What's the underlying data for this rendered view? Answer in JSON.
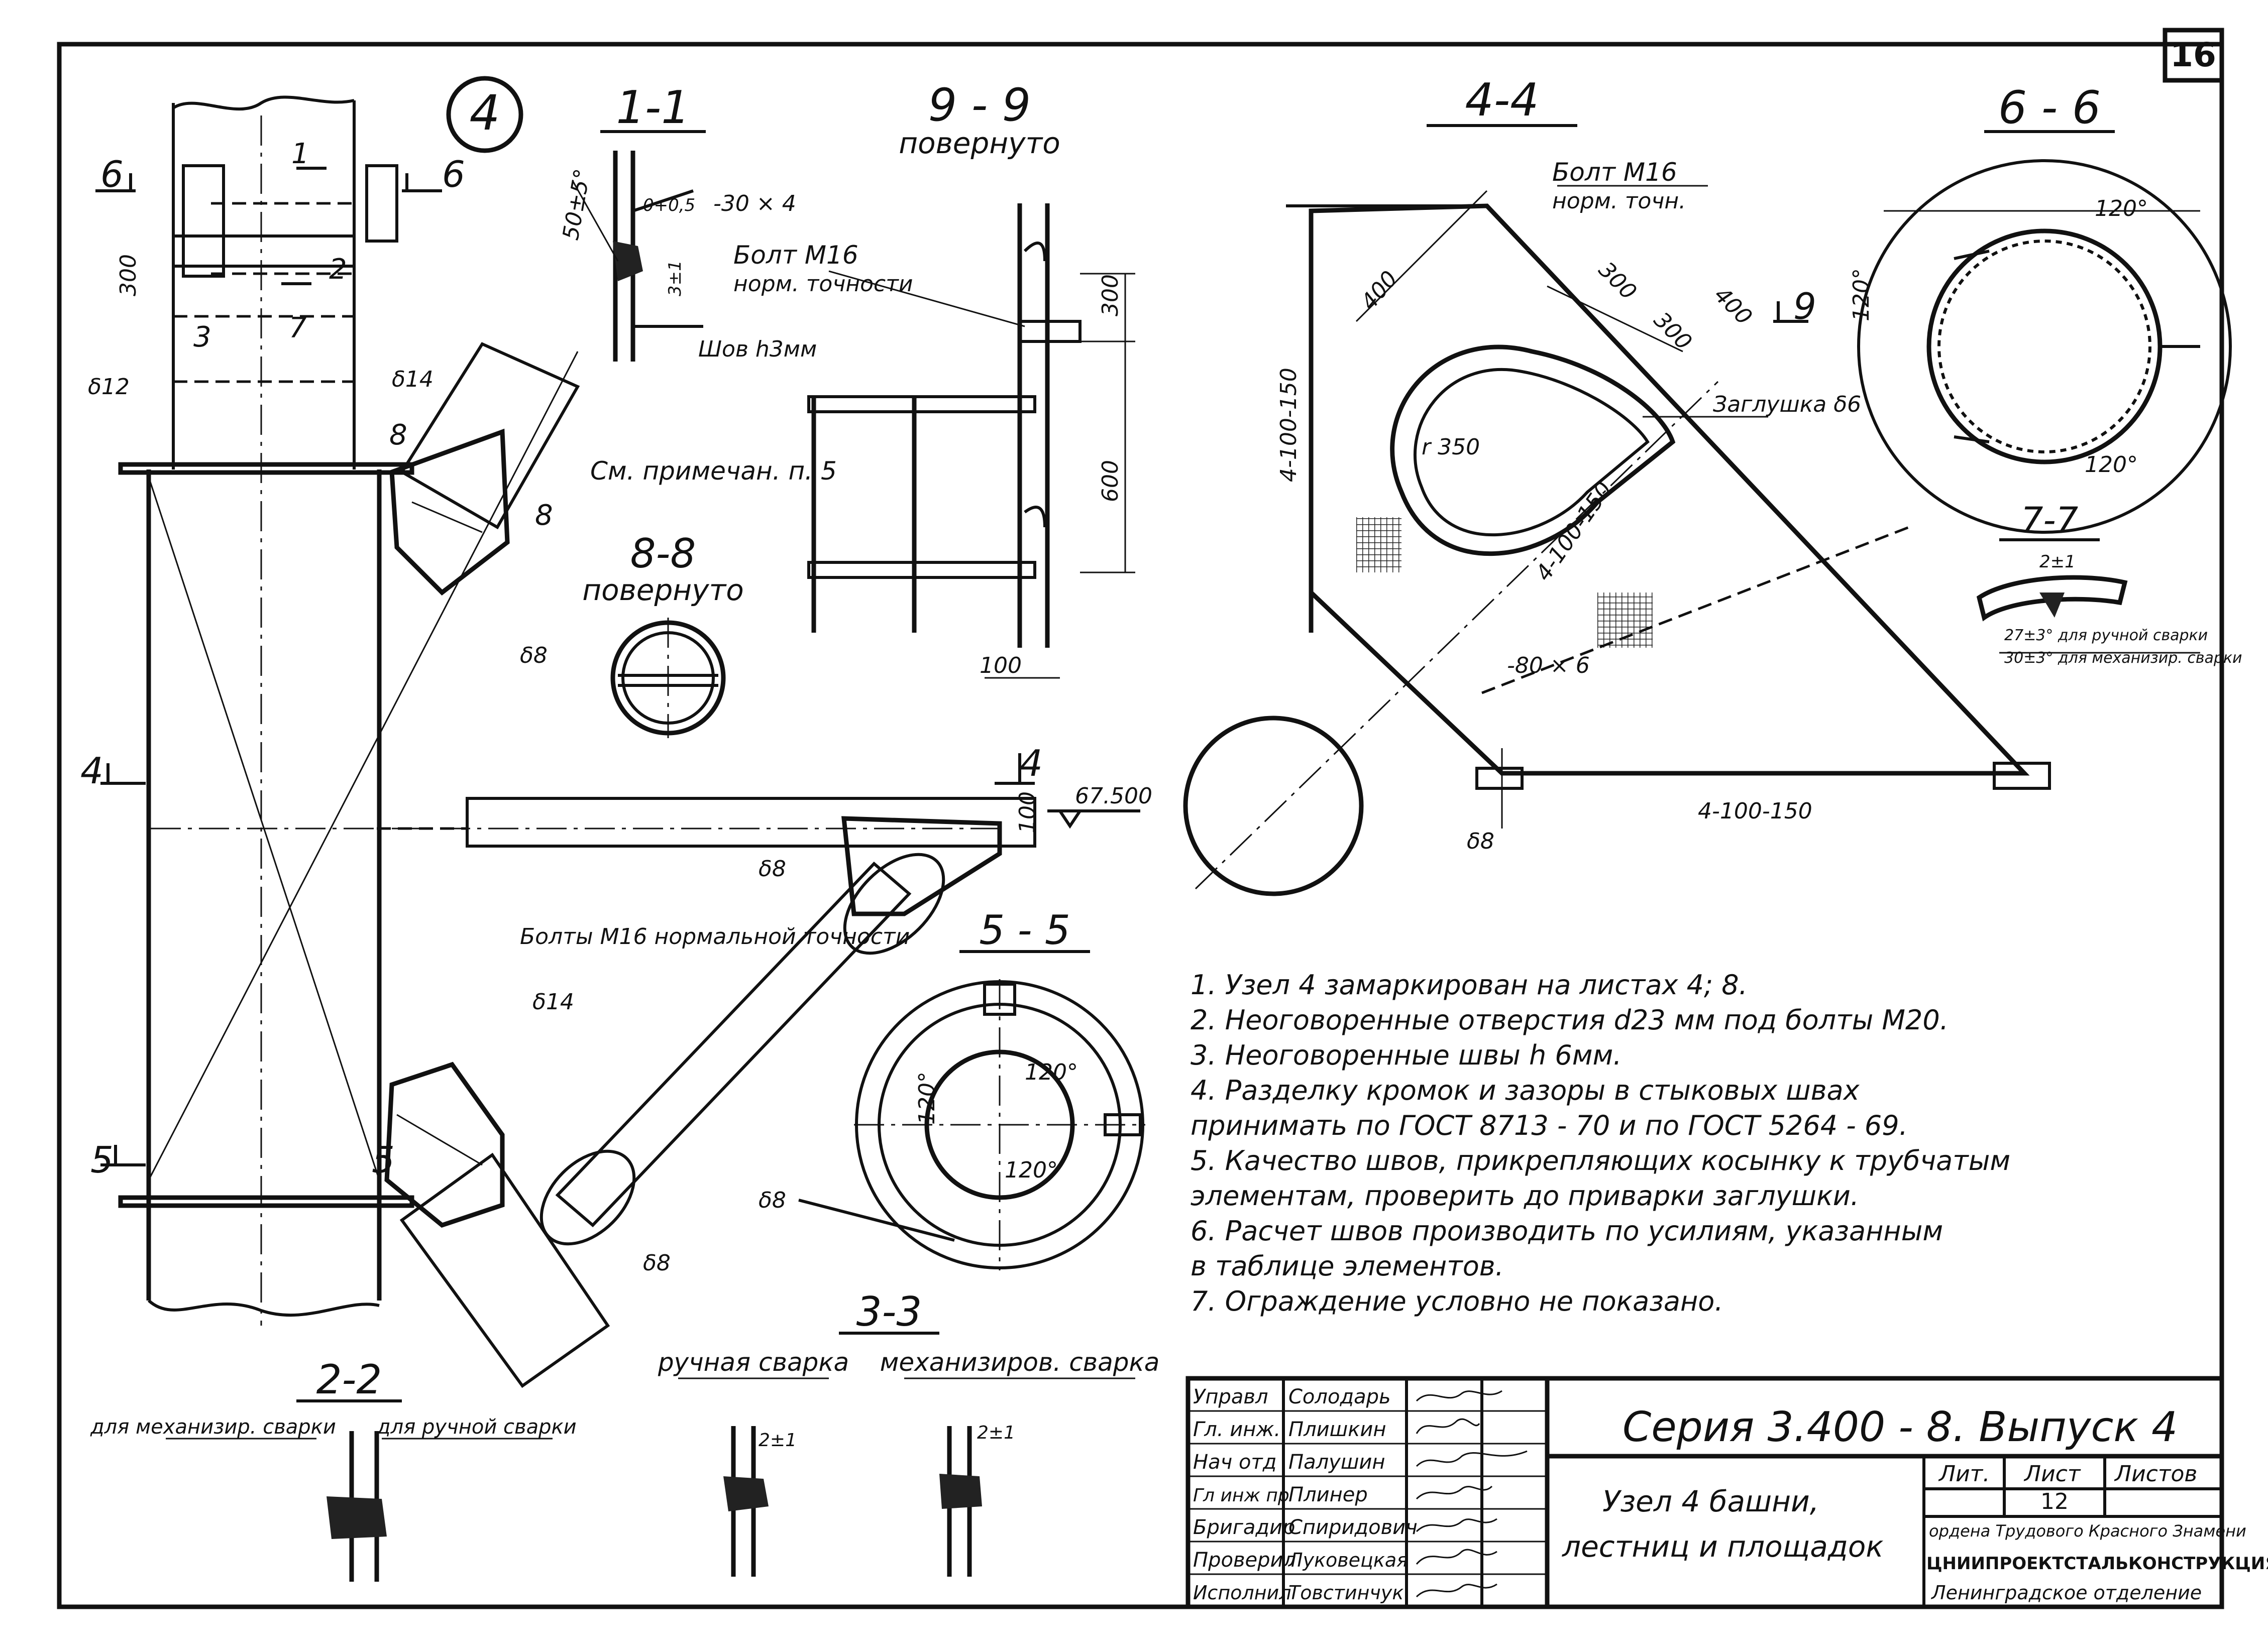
{
  "sheet_number": "16",
  "node_marker": "4",
  "sections": {
    "s1": "1-1",
    "s9": "9 - 9",
    "s9_sub": "повернуто",
    "s4": "4-4",
    "s6": "6 - 6",
    "s8": "8-8",
    "s8_sub": "повернуто",
    "s5": "5 - 5",
    "s7": "7-7",
    "s3": "3-3",
    "s2": "2-2"
  },
  "labels": {
    "cut6_left": "6",
    "cut6_right": "6",
    "cut1": "1",
    "cut2": "2",
    "cut3": "3",
    "cut7": "7",
    "cut4": "4",
    "cut5": "5",
    "cut8": "8",
    "cut9": "9",
    "dim_300": "300",
    "dim_600": "600",
    "dim_100": "100",
    "dim_400": "400",
    "dim_r350": "r 350",
    "thick_12": "δ12",
    "thick_14a": "δ14",
    "thick_14b": "δ14",
    "thick_8": "δ8",
    "see_note": "См. примечан. п. 5",
    "bolts_m16": "Болты М16 нормальной точности",
    "elev": "67.500",
    "bolt_m16_a": "Болт М16",
    "bolt_m16_a_sub": "норм. точности",
    "bolt_m16_b": "Болт М16",
    "bolt_m16_b_sub": "норм. точн.",
    "weld_h3": "Шов h3мм",
    "plate_30x4": "-30 × 4",
    "plate_80x6": "-80 × 6",
    "plug_d6": "Заглушка δ6",
    "weld_pitch": "4-100-150",
    "angle_120": "120°",
    "angle_50": "50±5°",
    "gap_21": "2±1",
    "gap_31": "3±1",
    "gap_05": "0+0,5",
    "manual_weld": "ручная сварка",
    "mech_weld": "механизиров. сварка",
    "for_mech": "для механизир. сварки",
    "for_manual": "для ручной сварки",
    "weld77_manual": "27±3° для ручной сварки",
    "weld77_mech": "30±3° для механизир. сварки"
  },
  "notes": [
    "1.  Узел 4  замаркирован  на  листах  4; 8.",
    "2.  Неоговоренные  отверстия  d23 мм  под  болты  М20.",
    "3.  Неоговоренные  швы  h 6мм.",
    "4.  Разделку  кромок  и  зазоры  в  стыковых  швах",
    "     принимать  по  ГОСТ 8713 - 70  и  по  ГОСТ 5264 - 69.",
    "5.  Качество  швов,  прикрепляющих  косынку  к  трубчатым",
    "     элементам,  проверить  до  приварки  заглушки.",
    "6.  Расчет  швов  производить  по  усилиям,  указанным",
    "     в  таблице  элементов.",
    "7.  Ограждение  условно  не  показано."
  ],
  "title_block": {
    "series": "Серия  3.400 - 8.  Выпуск 4",
    "title_line1": "Узел 4   башни,",
    "title_line2": "лестниц  и  площадок",
    "lit_label": "Лит.",
    "sheet_label": "Лист",
    "sheets_label": "Листов",
    "sheet_value": "12",
    "org_line1": "ордена Трудового Красного Знамени",
    "org_line2": "ЦНИИПРОЕКТСТАЛЬКОНСТРУКЦИЯ",
    "org_line3": "Ленинградское отделение",
    "staff": [
      {
        "role": "Управл",
        "name": "Солодарь"
      },
      {
        "role": "Гл. инж.",
        "name": "Плишкин"
      },
      {
        "role": "Нач отд",
        "name": "Палушин"
      },
      {
        "role": "Гл инж пр",
        "name": "Плинер"
      },
      {
        "role": "Бригадир",
        "name": "Спиридович"
      },
      {
        "role": "Проверил",
        "name": "Луковецкая"
      },
      {
        "role": "Исполнил",
        "name": "Товстинчук"
      }
    ]
  }
}
